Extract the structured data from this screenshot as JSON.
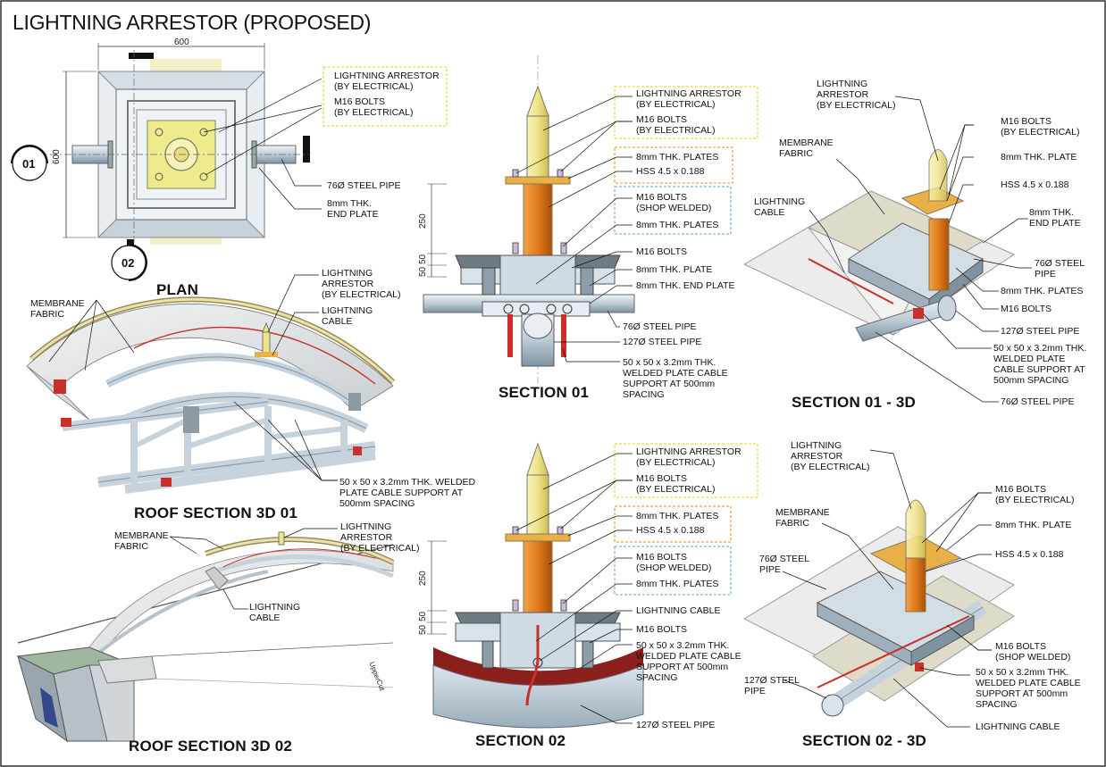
{
  "title": "LIGHTNING ARRESTOR (PROPOSED)",
  "views": {
    "plan": "PLAN",
    "roof3d01": "ROOF SECTION 3D 01",
    "roof3d02": "ROOF SECTION 3D 02",
    "section01": "SECTION 01",
    "section01_3d": "SECTION 01 - 3D",
    "section02": "SECTION 02",
    "section02_3d": "SECTION 02 - 3D"
  },
  "section_markers": {
    "a": "01",
    "b": "02"
  },
  "dimensions": {
    "plan_width": "600",
    "plan_height": "600",
    "sec01_250": "250",
    "sec01_50a": "50",
    "sec01_50b": "50",
    "sec02_250": "250",
    "sec02_50a": "50",
    "sec02_50b": "50"
  },
  "plan_labels": {
    "arrestor": "LIGHTNING ARRESTOR\n(BY ELECTRICAL)",
    "bolts": "M16 BOLTS\n(BY ELECTRICAL)",
    "pipe": "76Ø STEEL PIPE",
    "endplate": "8mm THK.\nEND PLATE"
  },
  "roof01_labels": {
    "membrane": "MEMBRANE\nFABRIC",
    "arrestor": "LIGHTNING\nARRESTOR\n(BY ELECTRICAL)",
    "cable": "LIGHTNING\nCABLE",
    "support": "50 x 50 x 3.2mm THK. WELDED\nPLATE CABLE SUPPORT AT\n500mm SPACING"
  },
  "roof02_labels": {
    "membrane": "MEMBRANE\nFABRIC",
    "arrestor": "LIGHTNING\nARRESTOR\n(BY ELECTRICAL)",
    "cable": "LIGHTNING\nCABLE",
    "upper": "Upper",
    "cut": "Cut"
  },
  "sec01_labels": {
    "arrestor": "LIGHTNING ARRESTOR\n(BY ELECTRICAL)",
    "bolts_elec": "M16 BOLTS\n(BY ELECTRICAL)",
    "plates": "8mm THK. PLATES",
    "hss": "HSS 4.5 x 0.188",
    "bolts_shop": "M16 BOLTS\n(SHOP WELDED)",
    "plates2": "8mm THK. PLATES",
    "bolts": "M16 BOLTS",
    "plate": "8mm THK. PLATE",
    "endplate": "8mm THK. END PLATE",
    "pipe76": "76Ø STEEL PIPE",
    "pipe127": "127Ø STEEL PIPE",
    "support": "50 x 50 x 3.2mm THK.\nWELDED PLATE CABLE\nSUPPORT AT 500mm\nSPACING"
  },
  "sec01_3d_labels": {
    "arrestor": "LIGHTNING\nARRESTOR\n(BY ELECTRICAL)",
    "membrane": "MEMBRANE\nFABRIC",
    "cable": "LIGHTNING\nCABLE",
    "bolts_elec": "M16 BOLTS\n(BY ELECTRICAL)",
    "plate": "8mm THK. PLATE",
    "hss": "HSS 4.5 x 0.188",
    "endplate": "8mm THK.\nEND PLATE",
    "pipe76a": "76Ø STEEL\nPIPE",
    "plates": "8mm THK. PLATES",
    "bolts": "M16 BOLTS",
    "pipe127": "127Ø STEEL PIPE",
    "support": "50 x 50 x 3.2mm THK.\nWELDED PLATE\nCABLE SUPPORT AT\n500mm SPACING",
    "pipe76b": "76Ø STEEL PIPE"
  },
  "sec02_labels": {
    "arrestor": "LIGHTNING ARRESTOR\n(BY ELECTRICAL)",
    "bolts_elec": "M16 BOLTS\n(BY ELECTRICAL)",
    "plates": "8mm THK. PLATES",
    "hss": "HSS 4.5 x 0.188",
    "bolts_shop": "M16 BOLTS\n(SHOP WELDED)",
    "plates2": "8mm THK. PLATES",
    "cable": "LIGHTNING CABLE",
    "bolts": "M16 BOLTS",
    "support": "50 x 50 x 3.2mm THK.\nWELDED PLATE CABLE\nSUPPORT AT 500mm\nSPACING",
    "pipe127": "127Ø STEEL PIPE"
  },
  "sec02_3d_labels": {
    "arrestor": "LIGHTNING\nARRESTOR\n(BY ELECTRICAL)",
    "bolts_elec": "M16 BOLTS\n(BY ELECTRICAL)",
    "membrane": "MEMBRANE\nFABRIC",
    "plate": "8mm THK. PLATE",
    "pipe76": "76Ø STEEL\nPIPE",
    "hss": "HSS 4.5 x 0.188",
    "bolts_shop": "M16 BOLTS\n(SHOP WELDED)",
    "pipe127": "127Ø STEEL\nPIPE",
    "support": "50 x 50 x 3.2mm THK.\nWELDED PLATE CABLE\nSUPPORT AT 500mm\nSPACING",
    "cable": "LIGHTNING CABLE"
  },
  "colors": {
    "arrestor": "#f3ec9a",
    "hss": "#e07b1e",
    "plate": "#e9b048",
    "steel": "#b9c9d4",
    "cable": "#c8302a",
    "box_yellow": "#f2d64a",
    "box_orange": "#f0a14a",
    "box_blue": "#7fb7d8"
  }
}
